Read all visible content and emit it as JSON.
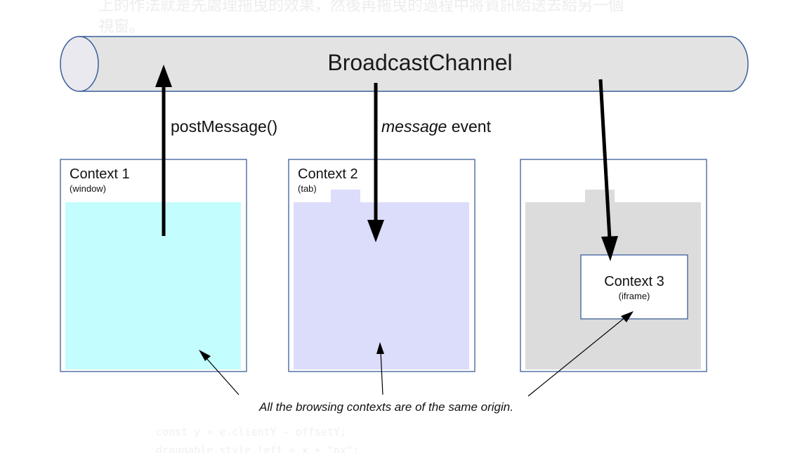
{
  "background_text": {
    "line1": "上的作法就是先處理拖曳的效果，然後再拖曳的過程中將資訊給送去給另一個",
    "line2": "視窗。",
    "code_line1": "const y = e.clientY - offsetY;",
    "code_line2": "draggable.style.left = x + \"px\";"
  },
  "channel": {
    "label": "BroadcastChannel"
  },
  "arrows": {
    "post_label": "postMessage()",
    "message_label_italic": "message",
    "message_label_rest": " event"
  },
  "contexts": [
    {
      "title": "Context 1",
      "subtitle": "(window)",
      "fill": "#c4fdfd"
    },
    {
      "title": "Context 2",
      "subtitle": "(tab)",
      "fill": "#dcdcfb"
    },
    {
      "title": "Context 3",
      "subtitle": "(iframe)",
      "fill": "#dcdcdc"
    }
  ],
  "caption": "All the browsing contexts are of the same origin.",
  "colors": {
    "channel_fill": "#e3e3e3",
    "channel_stroke": "#3b5f9a",
    "box_stroke": "#3b5f9a",
    "arrow": "#000000"
  }
}
